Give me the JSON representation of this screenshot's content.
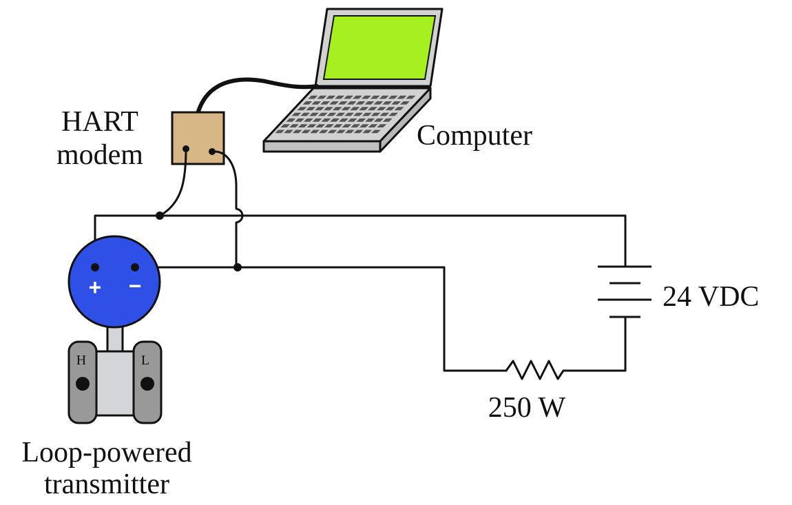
{
  "labels": {
    "hart_line1": "HART",
    "hart_line2": "modem",
    "computer": "Computer",
    "battery": "24 VDC",
    "resistor": "250 W",
    "transmitter_line1": "Loop-powered",
    "transmitter_line2": "transmitter"
  },
  "terminals": {
    "plus": "+",
    "minus": "−",
    "high": "H",
    "low": "L"
  },
  "colors": {
    "screen": "#a5f01e",
    "transmitter_body": "#2e50e6",
    "modem_box": "#d8b787",
    "laptop_case": "#d2d2d2",
    "keys": "#555555",
    "flange": "#999999",
    "manifold": "#d3d6d6",
    "wire": "#111111"
  },
  "icons": {
    "computer": "laptop-icon",
    "modem": "hart-modem-icon",
    "battery": "battery-icon",
    "resistor": "resistor-icon",
    "transmitter": "pressure-transmitter-icon"
  }
}
